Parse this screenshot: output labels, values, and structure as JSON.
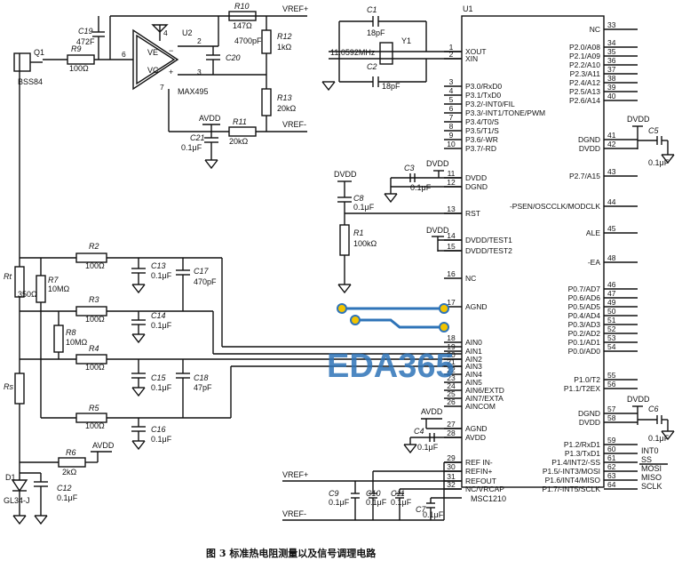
{
  "caption": "图 3  标准热电阻测量以及信号调理电路",
  "watermark": "EDA365",
  "chip_name": "U1",
  "chip_part": "MSC1210",
  "opamp": {
    "ref": "U2",
    "part": "MAX495",
    "pin_ve": "VE",
    "pin_vc": "VC",
    "pins": [
      "2",
      "3",
      "4",
      "6",
      "7"
    ]
  },
  "transistor": {
    "ref": "Q1",
    "part": "BSS84"
  },
  "crystal": {
    "ref": "Y1",
    "freq": "11.0592MHz"
  },
  "diode": {
    "ref": "D1",
    "part": "GL34-J"
  },
  "nets": {
    "vref_plus": "VREF+",
    "vref_minus": "VREF-",
    "avdd": "AVDD",
    "dvdd": "DVDD"
  },
  "left_pins": [
    {
      "num": "1",
      "name": "XOUT"
    },
    {
      "num": "2",
      "name": "XIN"
    },
    {
      "num": "3",
      "name": "P3.0/RxD0"
    },
    {
      "num": "4",
      "name": "P3.1/TxD0"
    },
    {
      "num": "5",
      "name": "P3.2/-INT0/FIL"
    },
    {
      "num": "6",
      "name": "P3.3/-INT1/TONE/PWM"
    },
    {
      "num": "7",
      "name": "P3.4/T0/S"
    },
    {
      "num": "8",
      "name": "P3.5/T1/S"
    },
    {
      "num": "9",
      "name": "P3.6/-WR"
    },
    {
      "num": "10",
      "name": "P3.7/-RD"
    },
    {
      "num": "11",
      "name": "DVDD"
    },
    {
      "num": "12",
      "name": "DGND"
    },
    {
      "num": "13",
      "name": "RST"
    },
    {
      "num": "14",
      "name": "DVDD/TEST1"
    },
    {
      "num": "15",
      "name": "DVDD/TEST2"
    },
    {
      "num": "16",
      "name": "NC"
    },
    {
      "num": "17",
      "name": "AGND"
    },
    {
      "num": "18",
      "name": "AIN0"
    },
    {
      "num": "19",
      "name": "AIN1"
    },
    {
      "num": "20",
      "name": "AIN2"
    },
    {
      "num": "21",
      "name": "AIN3"
    },
    {
      "num": "22",
      "name": "AIN4"
    },
    {
      "num": "23",
      "name": "AIN5"
    },
    {
      "num": "24",
      "name": "AIN6/EXTD"
    },
    {
      "num": "25",
      "name": "AIN7/EXTA"
    },
    {
      "num": "26",
      "name": "AINCOM"
    },
    {
      "num": "27",
      "name": "AGND"
    },
    {
      "num": "28",
      "name": "AVDD"
    },
    {
      "num": "29",
      "name": "REF IN-"
    },
    {
      "num": "30",
      "name": "REFIN+"
    },
    {
      "num": "31",
      "name": "REFOUT"
    },
    {
      "num": "32",
      "name": "NC/VRCAP"
    }
  ],
  "right_pins": [
    {
      "num": "33",
      "name": "NC"
    },
    {
      "num": "34",
      "name": "P2.0/A08"
    },
    {
      "num": "35",
      "name": "P2.1/A09"
    },
    {
      "num": "36",
      "name": "P2.2/A10"
    },
    {
      "num": "37",
      "name": "P2.3/A11"
    },
    {
      "num": "38",
      "name": "P2.4/A12"
    },
    {
      "num": "39",
      "name": "P2.5/A13"
    },
    {
      "num": "40",
      "name": "P2.6/A14"
    },
    {
      "num": "41",
      "name": "DGND"
    },
    {
      "num": "42",
      "name": "DVDD"
    },
    {
      "num": "43",
      "name": "P2.7/A15"
    },
    {
      "num": "44",
      "name": "-PSEN/OSCCLK/MODCLK"
    },
    {
      "num": "45",
      "name": "ALE"
    },
    {
      "num": "48",
      "name": "-EA"
    },
    {
      "num": "46",
      "name": "P0.7/AD7"
    },
    {
      "num": "47",
      "name": "P0.6/AD6"
    },
    {
      "num": "49",
      "name": "P0.5/AD5"
    },
    {
      "num": "50",
      "name": "P0.4/AD4"
    },
    {
      "num": "51",
      "name": "P0.3/AD3"
    },
    {
      "num": "52",
      "name": "P0.2/AD2"
    },
    {
      "num": "53",
      "name": "P0.1/AD1"
    },
    {
      "num": "54",
      "name": "P0.0/AD0"
    },
    {
      "num": "55",
      "name": "P1.0/T2"
    },
    {
      "num": "56",
      "name": "P1.1/T2EX"
    },
    {
      "num": "57",
      "name": "DGND"
    },
    {
      "num": "58",
      "name": "DVDD"
    },
    {
      "num": "59",
      "name": "P1.2/RxD1"
    },
    {
      "num": "60",
      "name": "P1.3/TxD1"
    },
    {
      "num": "61",
      "name": "P1.4/INT2/-SS"
    },
    {
      "num": "62",
      "name": "P1.5/-INT3/MOSI"
    },
    {
      "num": "63",
      "name": "P1.6/INT4/MISO"
    },
    {
      "num": "64",
      "name": "P1.7/-INT5/SCLK"
    }
  ],
  "right_net_labels": [
    "INT0",
    "SS",
    "MOSI",
    "MISO",
    "SCLK"
  ],
  "resistors": {
    "R1": {
      "ref": "R1",
      "val": "100kΩ"
    },
    "R2": {
      "ref": "R2",
      "val": "100Ω"
    },
    "R3": {
      "ref": "R3",
      "val": "100Ω"
    },
    "R4": {
      "ref": "R4",
      "val": "100Ω"
    },
    "R5": {
      "ref": "R5",
      "val": "100Ω"
    },
    "R6": {
      "ref": "R6",
      "val": "2kΩ"
    },
    "R7": {
      "ref": "R7",
      "val": "10MΩ"
    },
    "R8": {
      "ref": "R8",
      "val": "10MΩ"
    },
    "R9": {
      "ref": "R9",
      "val": "100Ω"
    },
    "R10": {
      "ref": "R10",
      "val": "147Ω"
    },
    "R11": {
      "ref": "R11",
      "val": "20kΩ"
    },
    "R12": {
      "ref": "R12",
      "val": "1kΩ"
    },
    "R13": {
      "ref": "R13",
      "val": "20kΩ"
    },
    "Rt": {
      "ref": "Rt",
      "val": "350Ω"
    },
    "Rs": {
      "ref": "Rs"
    }
  },
  "capacitors": {
    "C1": {
      "ref": "C1",
      "val": "18pF"
    },
    "C2": {
      "ref": "C2",
      "val": "18pF"
    },
    "C3": {
      "ref": "C3",
      "val": "0.1μF"
    },
    "C4": {
      "ref": "C4",
      "val": "0.1μF"
    },
    "C5": {
      "ref": "C5",
      "val": "0.1μF"
    },
    "C6": {
      "ref": "C6",
      "val": "0.1μF"
    },
    "C7": {
      "ref": "C7",
      "val": "0.1μF"
    },
    "C8": {
      "ref": "C8",
      "val": "0.1μF"
    },
    "C9": {
      "ref": "C9",
      "val": "0.1μF"
    },
    "C10": {
      "ref": "C10",
      "val": "0.1μF"
    },
    "C11": {
      "ref": "C11",
      "val": "0.1μF"
    },
    "C12": {
      "ref": "C12",
      "val": "0.1μF"
    },
    "C13": {
      "ref": "C13",
      "val": "0.1μF"
    },
    "C14": {
      "ref": "C14",
      "val": "0.1μF"
    },
    "C15": {
      "ref": "C15",
      "val": "0.1μF"
    },
    "C16": {
      "ref": "C16",
      "val": "0.1μF"
    },
    "C17": {
      "ref": "C17",
      "val": "470pF"
    },
    "C18": {
      "ref": "C18",
      "val": "47pF"
    },
    "C19": {
      "ref": "C19",
      "val": "472F"
    },
    "C20": {
      "ref": "C20",
      "val": "4700pF"
    },
    "C21": {
      "ref": "C21",
      "val": "0.1μF"
    }
  }
}
